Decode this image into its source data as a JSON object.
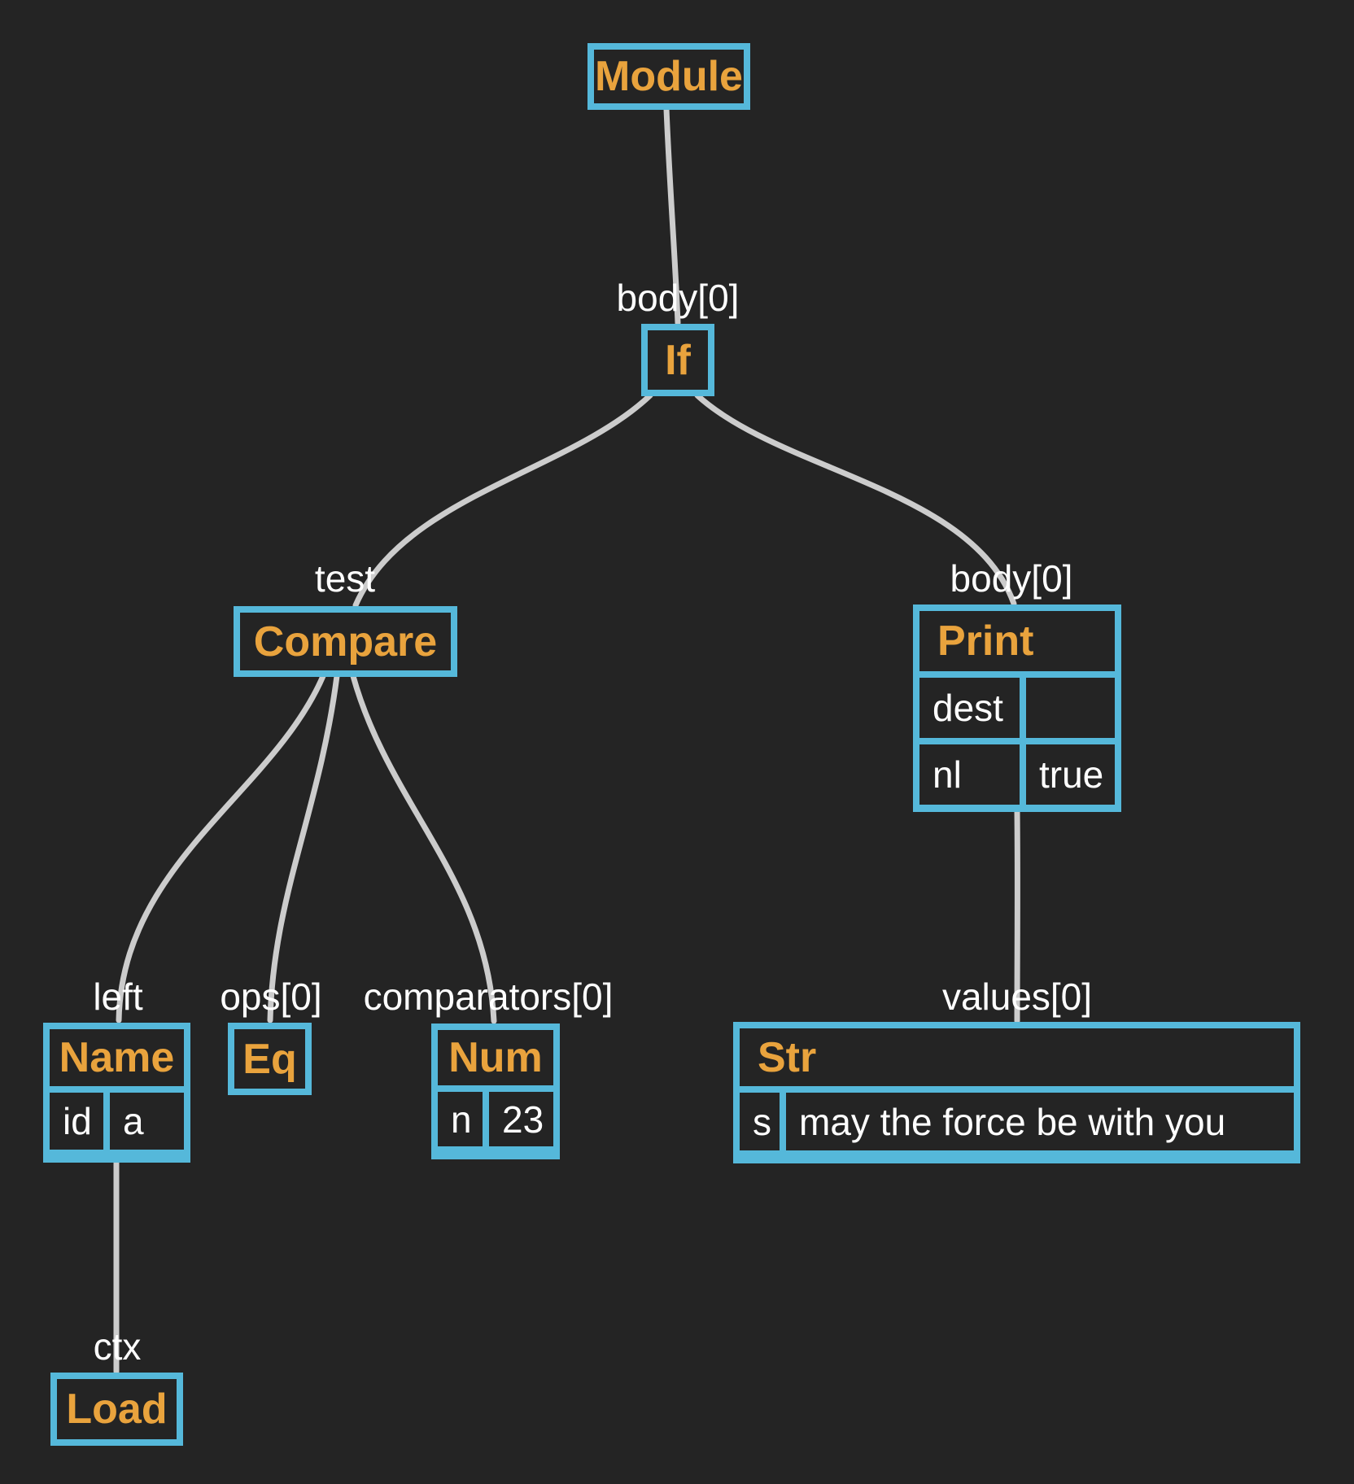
{
  "diagram": "python-ast-tree",
  "colors": {
    "background": "#242424",
    "node_border": "#55b8da",
    "node_type_text": "#e9a33d",
    "edge_line": "#cccccc",
    "label_text": "#ffffff"
  },
  "nodes": {
    "module": {
      "label": "Module"
    },
    "if": {
      "label": "If"
    },
    "compare": {
      "label": "Compare"
    },
    "print": {
      "label": "Print",
      "fields": [
        {
          "key": "dest",
          "value": ""
        },
        {
          "key": "nl",
          "value": "true"
        }
      ]
    },
    "name": {
      "label": "Name",
      "fields": [
        {
          "key": "id",
          "value": "a"
        }
      ]
    },
    "eq": {
      "label": "Eq"
    },
    "num": {
      "label": "Num",
      "fields": [
        {
          "key": "n",
          "value": "23"
        }
      ]
    },
    "str": {
      "label": "Str",
      "fields": [
        {
          "key": "s",
          "value": "may the force be with you"
        }
      ]
    },
    "load": {
      "label": "Load"
    }
  },
  "edge_labels": {
    "module_if": "body[0]",
    "if_compare": "test",
    "if_print": "body[0]",
    "compare_name": "left",
    "compare_eq": "ops[0]",
    "compare_num": "comparators[0]",
    "print_str": "values[0]",
    "name_load": "ctx"
  }
}
